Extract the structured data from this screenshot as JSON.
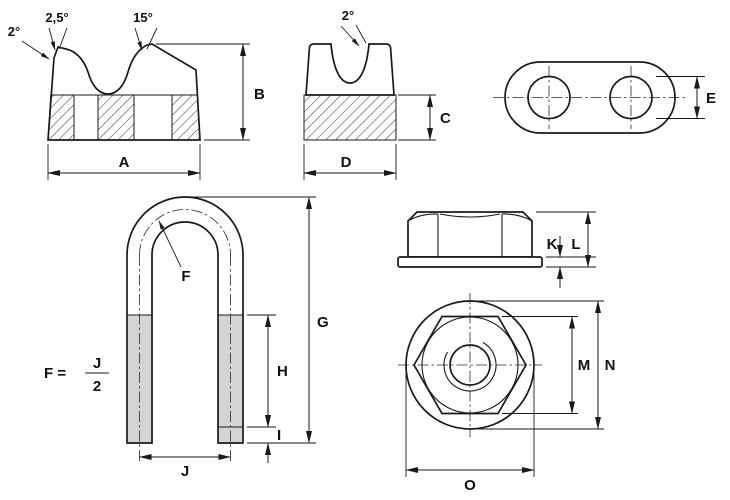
{
  "drawing": {
    "background": "#ffffff",
    "line_color": "#1a1a1a",
    "thread_fill": "#d4d4d4",
    "views": {
      "section": {
        "angle_tip": "2,5°",
        "angle_groove": "15°",
        "angle_draft": "2°",
        "dim_width": "A",
        "dim_height": "B"
      },
      "side": {
        "angle_draft": "2°",
        "dim_base_height": "C",
        "dim_width": "D"
      },
      "top": {
        "dim_hole": "E"
      },
      "ubolt": {
        "radius_label": "F",
        "dim_length": "G",
        "dim_thread": "H",
        "dim_end": "I",
        "dim_span": "J"
      },
      "formula": {
        "lhs": "F =",
        "numerator": "J",
        "denominator": "2"
      },
      "nut_side": {
        "dim_flange_thickness": "K",
        "dim_height": "L"
      },
      "nut_top": {
        "dim_across_flats": "M",
        "dim_flange_diameter": "N",
        "dim_width": "O"
      }
    }
  }
}
